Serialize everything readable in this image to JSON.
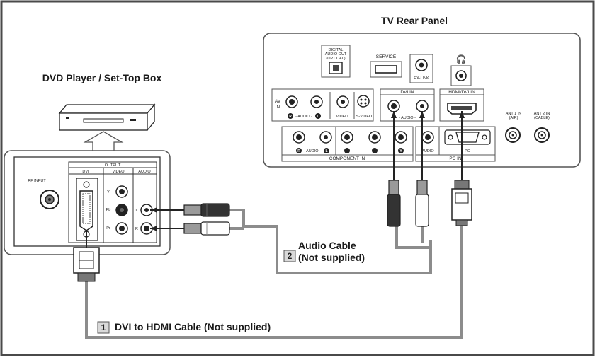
{
  "titles": {
    "tv": "TV Rear Panel",
    "dvd": "DVD Player / Set-Top Box"
  },
  "tv_labels": {
    "digital_audio_1": "DIGITAL",
    "digital_audio_2": "AUDIO OUT",
    "digital_audio_3": "(OPTICAL)",
    "service": "SERVICE",
    "exlink": "EX-LINK",
    "av_in_1": "AV",
    "av_in_2": "IN",
    "audio_rl": "- AUDIO -",
    "video": "VIDEO",
    "svideo": "S-VIDEO",
    "dvi_in": "DVI IN",
    "dvi_audio": "- AUDIO -",
    "hdmi_dvi_in": "HDMI/DVI IN",
    "ant1_1": "ANT 1 IN",
    "ant1_2": "(AIR)",
    "ant2_1": "ANT 2 IN",
    "ant2_2": "(CABLE)",
    "component_audio": "- AUDIO -",
    "component_in": "COMPONENT IN",
    "pc_audio": "AUDIO",
    "pc": "PC",
    "pc_in": "PC IN"
  },
  "dvd_labels": {
    "rf_input": "RF INPUT",
    "output": "OUTPUT",
    "dvi": "DVI",
    "video": "VIDEO",
    "audio": "AUDIO",
    "y": "Y",
    "pb": "Pb",
    "pr": "Pr",
    "l": "L",
    "r": "R"
  },
  "cables": {
    "audio_num": "2",
    "audio_line1": "Audio Cable",
    "audio_line2": "(Not supplied)",
    "dvi_num": "1",
    "dvi_label": "DVI to HDMI Cable (Not supplied)"
  },
  "colors": {
    "cable": "#8c8c8c",
    "panel_stroke": "#555555",
    "frame": "#4a4a4a",
    "label_box": "#d9d9d9"
  }
}
